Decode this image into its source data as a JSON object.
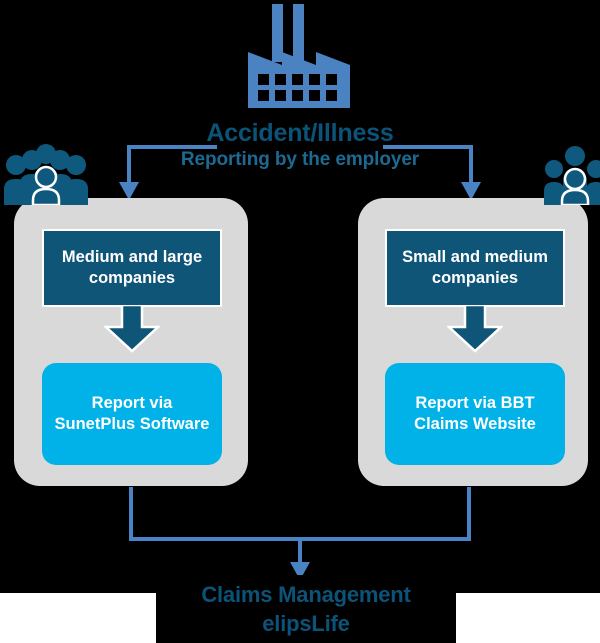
{
  "diagram": {
    "title": "Accident/Illness",
    "subtitle": "Reporting by the employer",
    "source_icon": "factory-icon",
    "branches": [
      {
        "id": "left",
        "group_icon": "people-group-large-icon",
        "category_label": "Medium and large companies",
        "action_label": "Report via SunetPlus Software"
      },
      {
        "id": "right",
        "group_icon": "people-group-small-icon",
        "category_label": "Small and medium companies",
        "action_label": "Report via BBT Claims Website"
      }
    ],
    "outcome": {
      "line1": "Claims Management",
      "line2": "elipsLife"
    }
  },
  "colors": {
    "background": "#000000",
    "factory_blue": "#4A82C2",
    "connector_blue": "#4A83C4",
    "people_teal": "#10597E",
    "panel_gray": "#D9D9D9",
    "category_navy": "#0F5578",
    "action_cyan": "#00B2E8",
    "heading_blue": "#0B5378",
    "subheading_blue": "#1C6A92",
    "text_white": "#FFFFFF"
  }
}
